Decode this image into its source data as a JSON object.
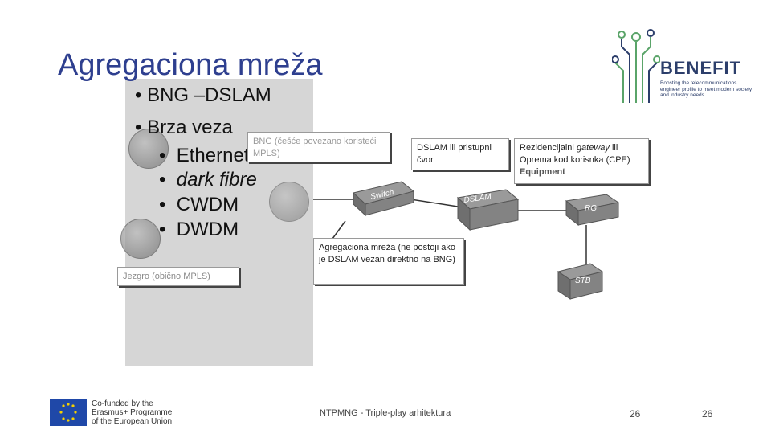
{
  "title": "Agregaciona mreža",
  "bullets": {
    "b1": "BNG –DSLAM",
    "b2": "Brza veza",
    "sub": [
      "Ethernet",
      "dark fibre",
      "CWDM",
      "DWDM"
    ],
    "bullet_char": "•"
  },
  "callouts": {
    "bng": "BNG (češće povezano koristeći MPLS)",
    "dslam": "DSLAM ili pristupni čvor",
    "residential_line1": "Rezidencijalni",
    "residential_italic": "gateway",
    "residential_line1_end": "ili",
    "residential_line2": "Oprema kod korisnka (CPE)",
    "equipment": "Equipment",
    "aggregation": "Agregaciona mreža (ne postoji ako je DSLAM vezan direktno na BNG)",
    "core": "Jezgro (obično MPLS)"
  },
  "devices": {
    "switch": "Switch",
    "dslam": "DSLAM",
    "rg": "RG",
    "stb": "STB"
  },
  "logo": {
    "name": "BENEFIT",
    "tagline": "Boosting the telecommunications engineer profile to meet modern society and industry needs"
  },
  "eu": {
    "line1": "Co-funded by the",
    "line2": "Erasmus+ Programme",
    "line3": "of the European Union"
  },
  "footer": {
    "center": "NTPMNG - Triple-play arhitektura",
    "page_left": "26",
    "page_right": "26"
  },
  "colors": {
    "title": "#2e3f8f",
    "logo_green": "#5aa469",
    "logo_navy": "#2c3e6b",
    "eu_blue": "#1f48a8",
    "eu_star": "#f5d000"
  }
}
